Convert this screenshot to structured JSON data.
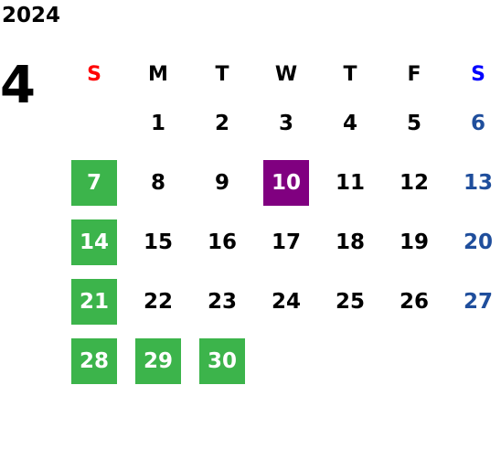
{
  "calendar": {
    "year": "2024",
    "month": "4",
    "colors": {
      "sunday_header": "#ff0000",
      "saturday_header": "#0000ff",
      "saturday_date": "#1f4e9c",
      "holiday_bg": "#3cb44b",
      "today_bg": "#800080"
    },
    "weekdays": [
      "S",
      "M",
      "T",
      "W",
      "T",
      "F",
      "S"
    ],
    "weeks": [
      [
        "",
        "1",
        "2",
        "3",
        "4",
        "5",
        "6"
      ],
      [
        "7",
        "8",
        "9",
        "10",
        "11",
        "12",
        "13"
      ],
      [
        "14",
        "15",
        "16",
        "17",
        "18",
        "19",
        "20"
      ],
      [
        "21",
        "22",
        "23",
        "24",
        "25",
        "26",
        "27"
      ],
      [
        "28",
        "29",
        "30",
        "",
        "",
        "",
        ""
      ]
    ],
    "highlighted_green": [
      "7",
      "14",
      "21",
      "28",
      "29",
      "30"
    ],
    "highlighted_purple": "10"
  }
}
